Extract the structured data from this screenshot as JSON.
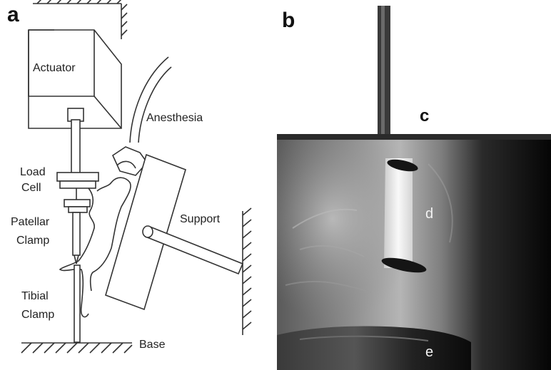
{
  "panels": {
    "a": "a",
    "b": "b",
    "c": "c"
  },
  "diagram_labels": {
    "actuator": "Actuator",
    "anesthesia": "Anesthesia",
    "load": "Load",
    "cell": "Cell",
    "patellar": "Patellar",
    "clamp1": "Clamp",
    "support": "Support",
    "tibial": "Tibial",
    "clamp2": "Clamp",
    "base": "Base"
  },
  "photo_labels": {
    "d": "d",
    "e": "e"
  }
}
